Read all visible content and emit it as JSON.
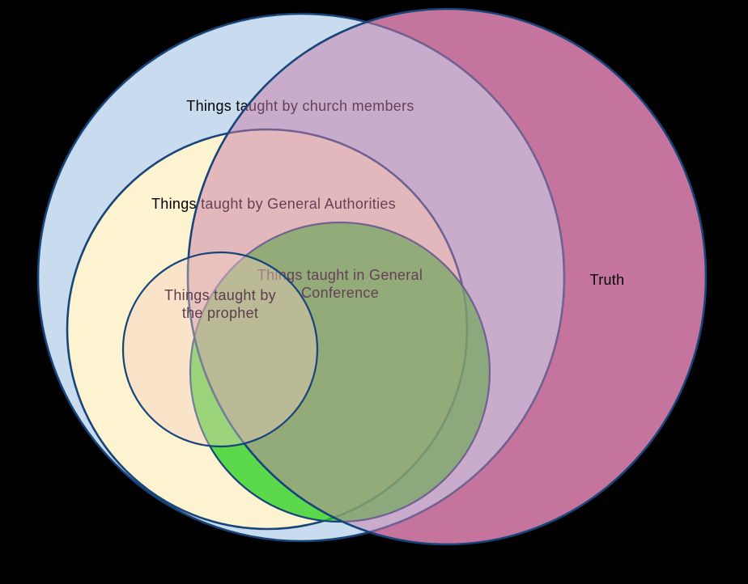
{
  "diagram": {
    "type": "venn",
    "background_color": "#000000",
    "stroke_color": "#17457a",
    "sets": {
      "truth": {
        "label": "Truth",
        "label_color": "#000000",
        "base_fill": "#c06b94",
        "tint_fill": "rgba(202,126,168,0.5)"
      },
      "church_members": {
        "label": "Things taught by church members",
        "label_color": "#000000",
        "fill": "#c9dbef"
      },
      "general_authorities": {
        "label": "Things taught by General Authorities",
        "label_color": "#000000",
        "fill": "#fdf3d1"
      },
      "general_conference": {
        "label_line1": "Things taught in General",
        "label_line2": "Conference",
        "label_color": "#000000",
        "fill": "rgba(37,207,29,0.75)"
      },
      "prophet": {
        "label_line1": "Things taught by",
        "label_line2": "the prophet",
        "label_color": "#5d3c4e",
        "fill": "rgba(242,208,190,0.42)"
      }
    },
    "containment_note": "prophet ⊂ general_conference region ⊂ general_authorities ⊂ church_members; truth overlaps all"
  }
}
